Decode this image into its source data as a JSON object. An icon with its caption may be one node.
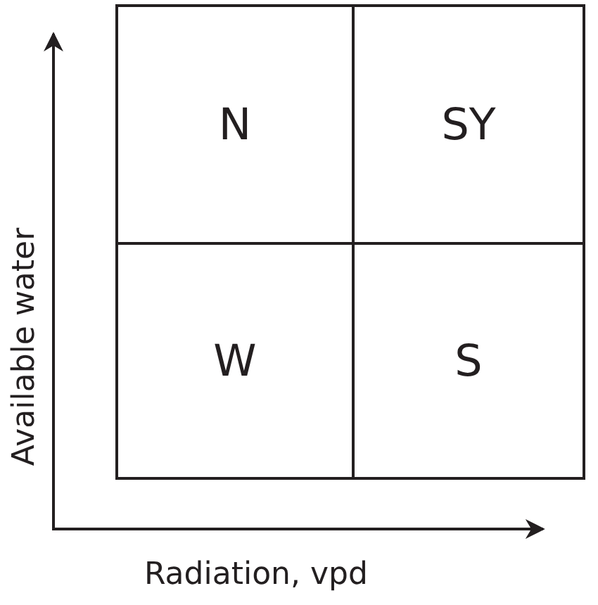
{
  "diagram": {
    "nodes": [
      {
        "text": [
          "N"
        ]
      },
      {
        "text": [
          "SY"
        ]
      },
      {
        "text": [
          "W"
        ]
      },
      {
        "text": [
          "S"
        ]
      }
    ],
    "labels": [
      "Available water",
      "Radiation, vpd"
    ]
  }
}
